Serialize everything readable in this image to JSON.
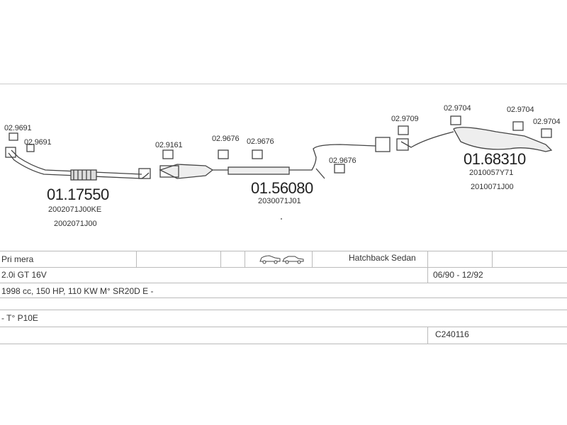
{
  "small_parts": [
    {
      "id": "p1",
      "text": "02.9691"
    },
    {
      "id": "p2",
      "text": "02.9691"
    },
    {
      "id": "p3",
      "text": "02.9161"
    },
    {
      "id": "p4",
      "text": "02.9676"
    },
    {
      "id": "p5",
      "text": "02.9676"
    },
    {
      "id": "p6",
      "text": "02.9676"
    },
    {
      "id": "p7",
      "text": "02.9709"
    },
    {
      "id": "p8",
      "text": "02.9704"
    },
    {
      "id": "p9",
      "text": "02.9704"
    },
    {
      "id": "p10",
      "text": "02.9704"
    }
  ],
  "main_parts": {
    "front_pipe": {
      "number": "01.17550",
      "refs": [
        "2002071J00KE",
        "2002071J00"
      ]
    },
    "center_pipe": {
      "number": "01.56080",
      "refs": [
        "2030071J01"
      ]
    },
    "rear_muffler": {
      "number": "01.68310",
      "refs": [
        "2010057Y71",
        "2010071J00"
      ]
    }
  },
  "table": {
    "model": "Pri mera",
    "body_types": "Hatchback Sedan",
    "engine": "2.0i  GT 16V",
    "years": "06/90 - 12/92",
    "specs": "1998 cc, 150 HP, 110 KW M° SR20D E -",
    "type_code": "- T° P10E",
    "catalog_code": "C240116"
  }
}
